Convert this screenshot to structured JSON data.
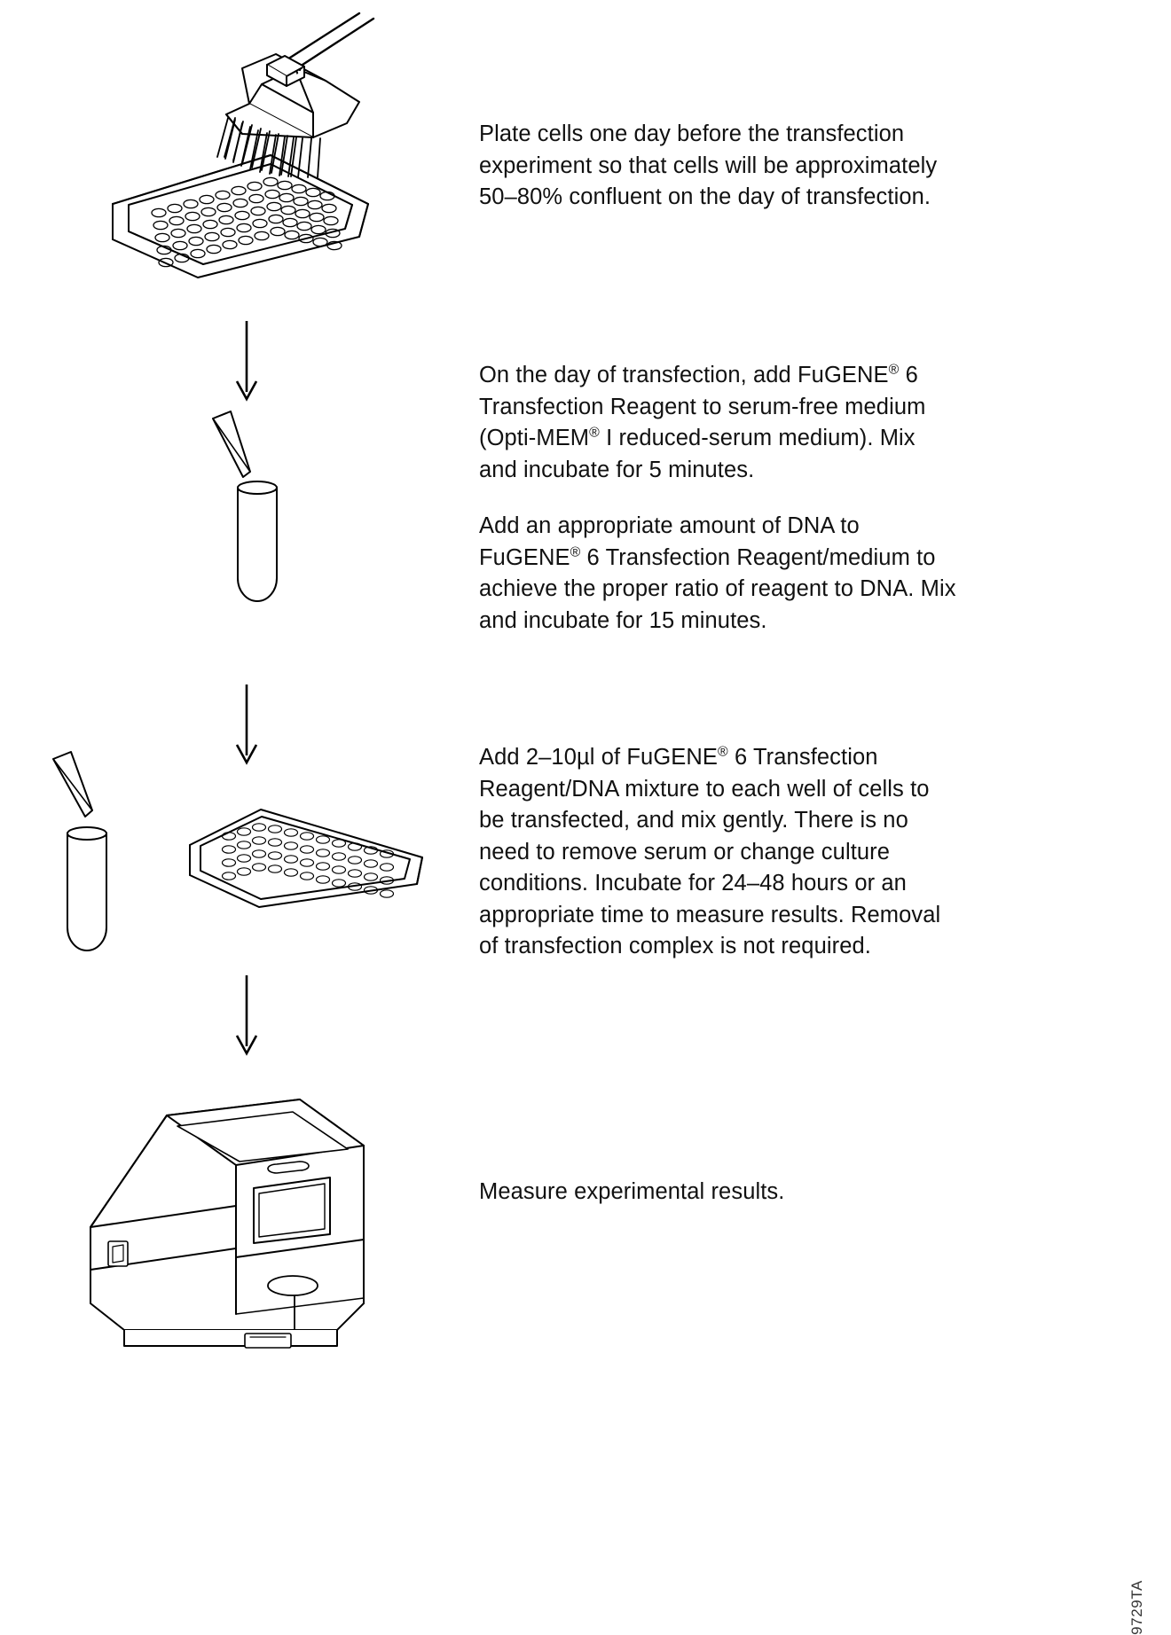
{
  "document": {
    "type": "protocol-flow-diagram",
    "code": "9729TA",
    "background_color": "#ffffff",
    "ink_color": "#000000"
  },
  "steps": [
    {
      "id": "step-1",
      "figure": "multichannel-pipette-over-96-well-plate",
      "text_lines": [
        "Plate cells one day before the",
        "transfection experiment so that",
        "cells will be approximately 50–80%",
        "confluent on the day of transfection."
      ],
      "paragraphs": [
        {
          "segments": [
            {
              "t": "Plate cells one day before the transfection experiment so that cells will be approximately 50–80% confluent on the day of transfection."
            }
          ]
        }
      ]
    },
    {
      "id": "step-2",
      "figure": "pipette-tip-over-test-tube",
      "paragraphs": [
        {
          "segments": [
            {
              "t": "On the day of transfection, add FuGENE"
            },
            {
              "sup": "®"
            },
            {
              "t": " 6 Transfection Reagent to serum-free medium (Opti-MEM"
            },
            {
              "sup": "®"
            },
            {
              "t": " I reduced-serum medium). Mix and incubate for 5 minutes."
            }
          ]
        },
        {
          "segments": [
            {
              "t": "Add an appropriate amount of DNA to FuGENE"
            },
            {
              "sup": "®"
            },
            {
              "t": " 6 Transfection Reagent/medium to achieve the proper ratio of reagent to DNA. Mix and incubate for 15 minutes."
            }
          ]
        }
      ]
    },
    {
      "id": "step-3",
      "figure": "pipette-tube-and-96-well-plate",
      "paragraphs": [
        {
          "segments": [
            {
              "t": "Add 2–10µl of FuGENE"
            },
            {
              "sup": "®"
            },
            {
              "t": " 6 Transfection Reagent/DNA mixture to each well of cells to be transfected, and mix gently. There is no need to remove serum or change culture conditions. Incubate for 24–48 hours or an appropriate time to measure results. Removal of transfection complex is not required."
            }
          ]
        }
      ]
    },
    {
      "id": "step-4",
      "figure": "plate-reader-instrument",
      "paragraphs": [
        {
          "segments": [
            {
              "t": "Measure experimental results."
            }
          ]
        }
      ]
    }
  ],
  "connectors": [
    {
      "id": "arrow-1",
      "from": "step-1",
      "to": "step-2",
      "direction": "down"
    },
    {
      "id": "arrow-2",
      "from": "step-2",
      "to": "step-3",
      "direction": "down"
    },
    {
      "id": "arrow-3",
      "from": "step-3",
      "to": "step-4",
      "direction": "down"
    }
  ]
}
